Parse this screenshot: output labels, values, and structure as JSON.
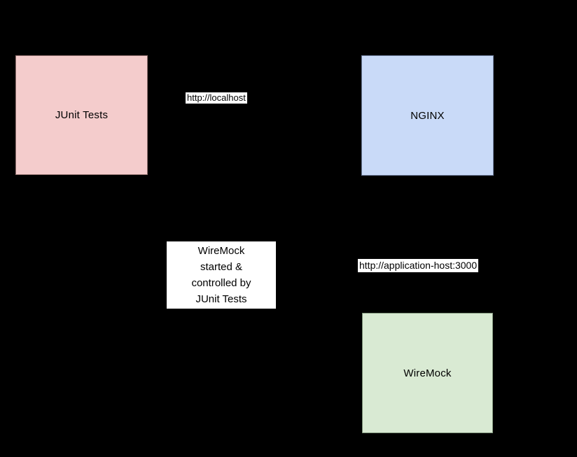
{
  "canvas": {
    "background_color": "#000000"
  },
  "nodes": {
    "junit": {
      "label": "JUnit Tests",
      "fill": "#F4CCCC",
      "border": "#8F6F6D"
    },
    "nginx": {
      "label": "NGINX",
      "fill": "#C9DAF8",
      "border": "#6F7E9C"
    },
    "wiremock": {
      "label": "WireMock",
      "fill": "#D9EAD3",
      "border": "#7E9379"
    }
  },
  "edge_labels": {
    "localhost": "http://localhost",
    "application_host": "http://application-host:3000"
  },
  "note": {
    "lines": {
      "0": "WireMock",
      "1": "started &",
      "2": "controlled by",
      "3": "JUnit Tests"
    }
  }
}
